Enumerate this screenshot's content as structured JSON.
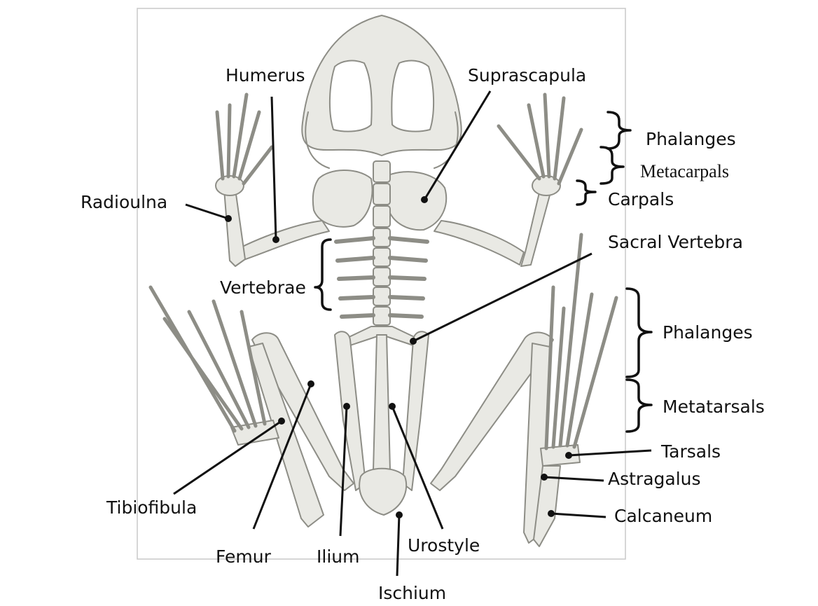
{
  "labels": {
    "humerus": "Humerus",
    "suprascapula": "Suprascapula",
    "phalanges_hand": "Phalanges",
    "metacarpals": "Metacarpals",
    "carpals": "Carpals",
    "radioulna": "Radioulna",
    "sacral_vertebra": "Sacral Vertebra",
    "vertebrae": "Vertebrae",
    "phalanges_foot": "Phalanges",
    "metatarsals": "Metatarsals",
    "tarsals": "Tarsals",
    "astragalus": "Astragalus",
    "calcaneum": "Calcaneum",
    "tibiofibula": "Tibiofibula",
    "femur": "Femur",
    "ilium": "Ilium",
    "urostyle": "Urostyle",
    "ischium": "Ischium"
  },
  "colors": {
    "bone_fill": "#e9e9e4",
    "bone_stroke": "#8d8d86",
    "leader": "#111111",
    "frame": "#c8c8c8"
  }
}
